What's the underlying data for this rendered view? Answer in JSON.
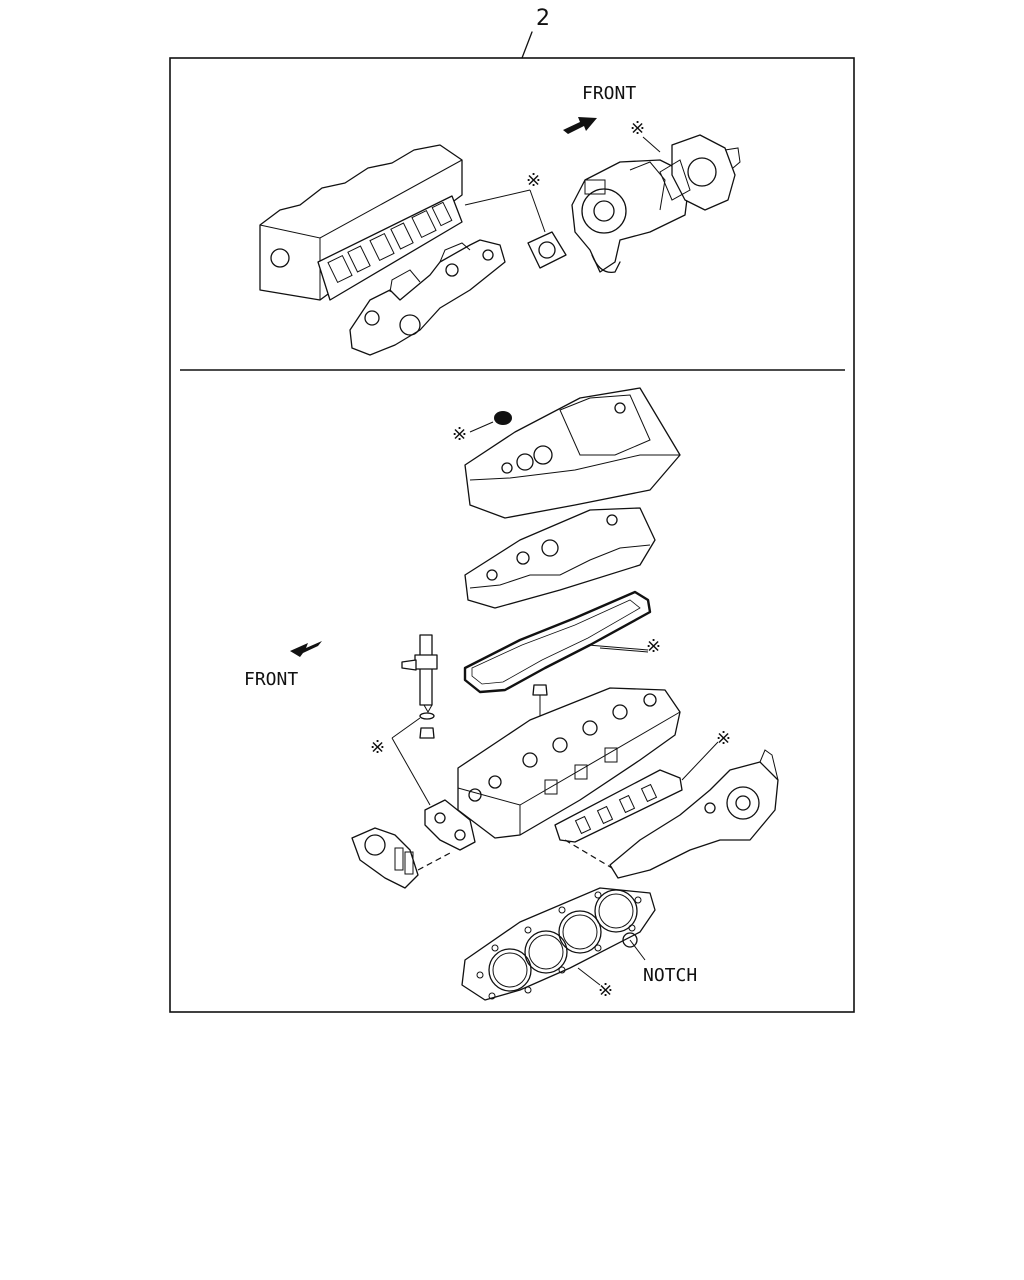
{
  "figure": {
    "ref_number": "2",
    "front_label_top": "FRONT",
    "front_label_bottom": "FRONT",
    "notch_label": "NOTCH",
    "marker_symbol": "※"
  }
}
